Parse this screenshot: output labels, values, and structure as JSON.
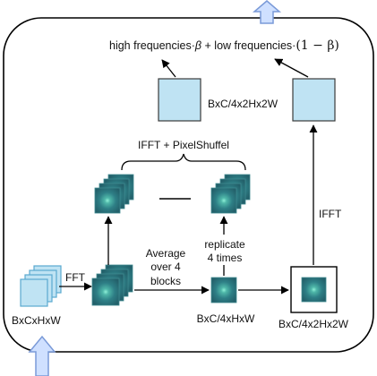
{
  "diagram": {
    "formula": {
      "part1": "high frequencies·",
      "beta1": "β",
      "part2": " + low frequencies·",
      "part3": "(1 − β)"
    },
    "labels": {
      "input_shape": "BxCxHxW",
      "fft": "FFT",
      "average_line1": "Average",
      "average_line2": "over 4",
      "average_line3": "blocks",
      "replicate_line1": "replicate",
      "replicate_line2": "4 times",
      "small_shape": "BxC/4xHxW",
      "right_shape": "BxC/4x2Hx2W",
      "top_shape": "BxC/4x2Hx2W",
      "ifft_pixelshuffle": "IFFT +  PixelShuffel",
      "ifft": "IFFT",
      "minus": "—"
    },
    "colors": {
      "input_plate": "#bfe3f3",
      "input_stroke": "#5aa9cf",
      "spectrum_bg": "#2b6f78",
      "spectrum_glow": "#7fe0c8",
      "output_fill": "#bfe3f3",
      "output_stroke": "#3b3b3b",
      "io_arrow_fill": "#cfe0ff",
      "io_arrow_stroke": "#7a9ad8",
      "line": "#000000"
    }
  }
}
